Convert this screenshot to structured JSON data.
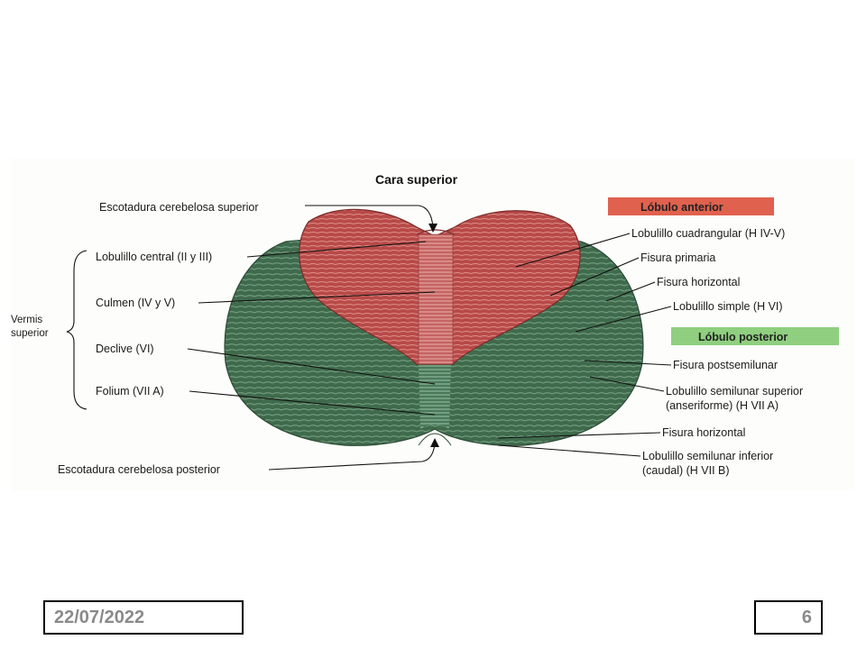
{
  "figure": {
    "title": "Cara superior",
    "badges": {
      "anterior": {
        "text": "Lóbulo anterior",
        "color": "#e0614e"
      },
      "posterior": {
        "text": "Lóbulo posterior",
        "color": "#8fcf7f"
      }
    },
    "bracket_label": [
      "Vermis",
      "superior"
    ],
    "left_labels": [
      "Escotadura cerebelosa superior",
      "Lobulillo central (II y III)",
      "Culmen (IV y V)",
      "Declive (VI)",
      "Folium (VII A)",
      "Escotadura cerebelosa posterior"
    ],
    "right_labels": [
      [
        "Lobulillo cuadrangular (H IV-V)"
      ],
      [
        "Fisura primaria"
      ],
      [
        "Fisura horizontal"
      ],
      [
        "Lobulillo simple (H VI)"
      ],
      [
        "Fisura postsemilunar"
      ],
      [
        "Lobulillo semilunar superior",
        "(anseriforme) (H VII A)"
      ],
      [
        "Fisura horizontal"
      ],
      [
        "Lobulillo semilunar inferior",
        "(caudal) (H VII B)"
      ]
    ],
    "colors": {
      "anterior_lobe": "#b84a48",
      "posterior_lobe": "#3f6b4c",
      "vermis": "#c96a66"
    }
  },
  "footer": {
    "date": "22/07/2022",
    "page": "6"
  }
}
